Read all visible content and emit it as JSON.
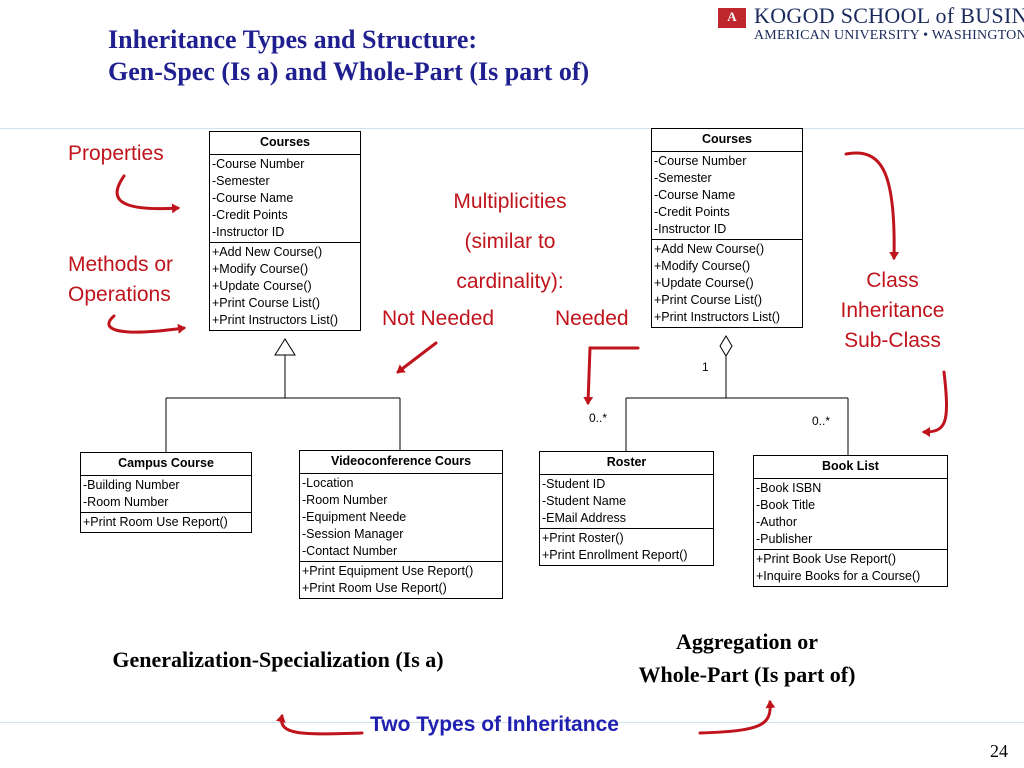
{
  "title": {
    "line1": "Inheritance Types and Structure:",
    "line2": "Gen-Spec (Is a) and Whole-Part (Is part of)"
  },
  "logo": {
    "mark": "A",
    "line1": "KOGOD SCHOOL of BUSINESS",
    "line2": "AMERICAN UNIVERSITY • WASHINGTON, DC"
  },
  "labels": {
    "properties": "Properties",
    "methods": "Methods or Operations",
    "multiplicities_1": "Multiplicities",
    "multiplicities_2": "(similar to",
    "multiplicities_3": "cardinality):",
    "not_needed": "Not Needed",
    "needed": "Needed",
    "class_inheritance_1": "Class",
    "class_inheritance_2": "Inheritance",
    "class_inheritance_3": "Sub-Class",
    "gen_spec": "Generalization-Specialization (Is a)",
    "aggregation_1": "Aggregation or",
    "aggregation_2": "Whole-Part (Is part of)",
    "two_types": "Two Types of Inheritance",
    "page_number": "24"
  },
  "multiplicity": {
    "whole": "1",
    "part_left": "0..*",
    "part_right": "0..*"
  },
  "colors": {
    "title": "#1f1f8f",
    "red_annotation": "#c0141c",
    "blue_caption": "#1f1fb0",
    "logo_red": "#c0262d",
    "logo_navy": "#1a2a5c"
  },
  "classes": {
    "courses_left": {
      "name": "Courses",
      "attributes": [
        "-Course Number",
        "-Semester",
        "-Course Name",
        "-Credit Points",
        "-Instructor ID"
      ],
      "methods": [
        "+Add New Course()",
        "+Modify Course()",
        "+Update Course()",
        "+Print Course List()",
        "+Print Instructors List()"
      ]
    },
    "courses_right": {
      "name": "Courses",
      "attributes": [
        "-Course Number",
        "-Semester",
        "-Course Name",
        "-Credit Points",
        "-Instructor ID"
      ],
      "methods": [
        "+Add New Course()",
        "+Modify Course()",
        "+Update Course()",
        "+Print Course List()",
        "+Print Instructors List()"
      ]
    },
    "campus_course": {
      "name": "Campus Course",
      "attributes": [
        "-Building Number",
        "-Room Number"
      ],
      "methods": [
        "+Print Room Use Report()"
      ]
    },
    "videoconference": {
      "name": "Videoconference Cours",
      "attributes": [
        "-Location",
        "-Room Number",
        "-Equipment Neede",
        "-Session Manager",
        "-Contact Number"
      ],
      "methods": [
        "+Print Equipment Use Report()",
        "+Print Room Use Report()"
      ]
    },
    "roster": {
      "name": "Roster",
      "attributes": [
        "-Student ID",
        "-Student Name",
        "-EMail Address"
      ],
      "methods": [
        "+Print Roster()",
        "+Print Enrollment Report()"
      ]
    },
    "book_list": {
      "name": "Book List",
      "attributes": [
        "-Book ISBN",
        "-Book Title",
        "-Author",
        "-Publisher"
      ],
      "methods": [
        "+Print Book Use Report()",
        "+Inquire Books for a Course()"
      ]
    }
  }
}
